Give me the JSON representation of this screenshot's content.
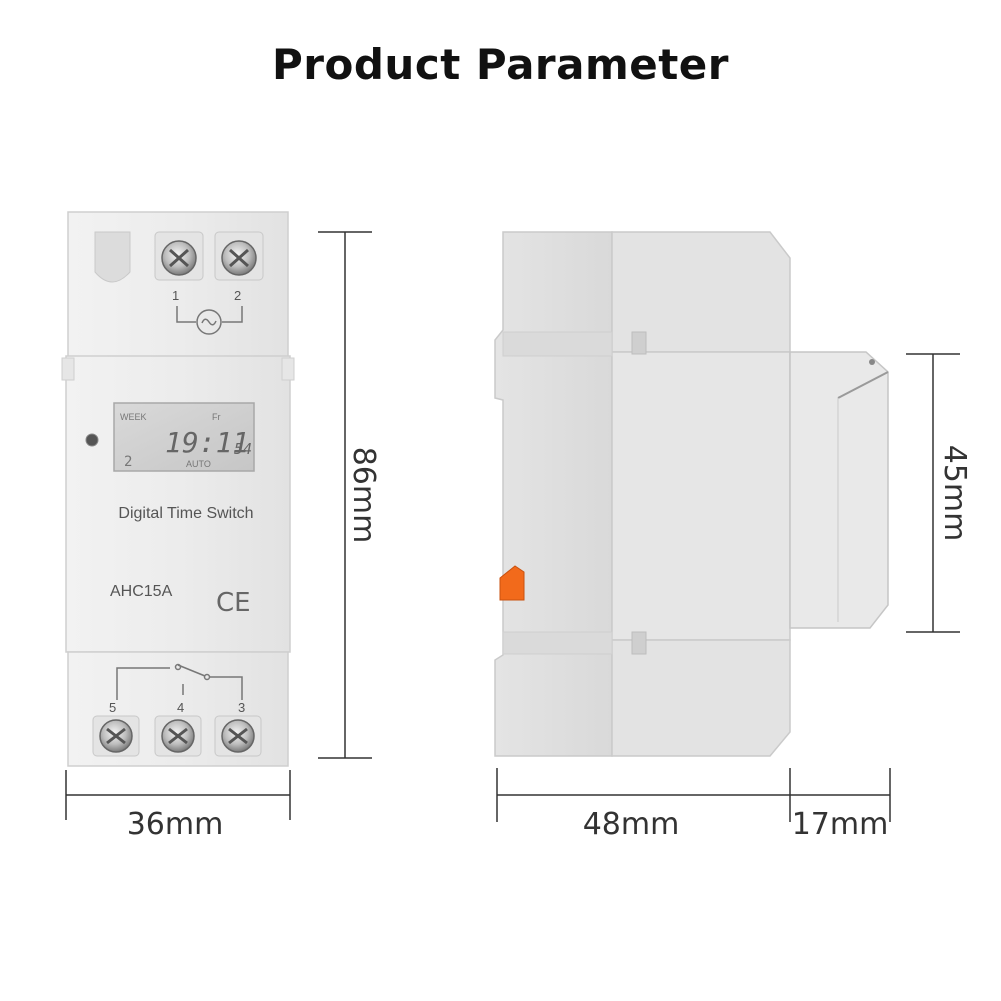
{
  "title": "Product Parameter",
  "front_device": {
    "label": "Digital Time Switch",
    "model": "AHC15A",
    "ce_mark": "CE",
    "top_terminals": [
      "1",
      "2"
    ],
    "bottom_terminals": [
      "5",
      "4",
      "3"
    ],
    "lcd": {
      "week": "WEEK",
      "day": "Fr",
      "time": "19:11",
      "seconds": "54",
      "mode": "AUTO",
      "digit_left": "2"
    }
  },
  "dimensions": {
    "height": "86mm",
    "width": "36mm",
    "depth_body": "48mm",
    "depth_front": "17mm",
    "front_height": "45mm"
  },
  "colors": {
    "device_body": "#eeeeee",
    "dimension_line": "#333333",
    "orange_tab": "#f26a1b"
  }
}
